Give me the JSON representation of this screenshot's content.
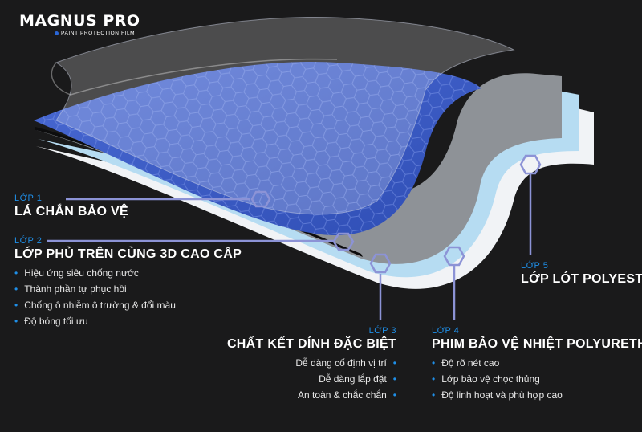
{
  "brand": {
    "name": "MAGNUS PRO",
    "tagline": "PAINT PROTECTION FILM"
  },
  "layers": [
    {
      "number": "LỚP 1",
      "title": "LÁ CHẮN BẢO VỆ",
      "bullets": []
    },
    {
      "number": "LỚP 2",
      "title": "LỚP PHỦ TRÊN CÙNG 3D CAO CẤP",
      "bullets": [
        "Hiệu ứng siêu chống nước",
        "Thành phần tự phục hồi",
        "Chống ô nhiễm ô trường & đổi màu",
        "Độ bóng tối ưu"
      ]
    },
    {
      "number": "LỚP 3",
      "title": "CHẤT KẾT DÍNH ĐẶC BIỆT",
      "bullets": [
        "Dễ dàng cố định vị trí",
        "Dễ dàng lắp đặt",
        "An toàn & chắc chắn"
      ]
    },
    {
      "number": "LỚP 4",
      "title": "PHIM BẢO VỆ NHIỆT POLYURETHANE",
      "bullets": [
        "Độ rõ nét cao",
        "Lớp bảo vệ chọc thủng",
        "Độ linh hoạt và phù hợp cao"
      ]
    },
    {
      "number": "LỚP 5",
      "title": "LỚP LÓT POLYESTER",
      "bullets": []
    }
  ],
  "colors": {
    "background": "#1a1a1b",
    "accent": "#1f8fe8",
    "top_layer": "#3c5cc4",
    "connector": "#8c93d6"
  }
}
